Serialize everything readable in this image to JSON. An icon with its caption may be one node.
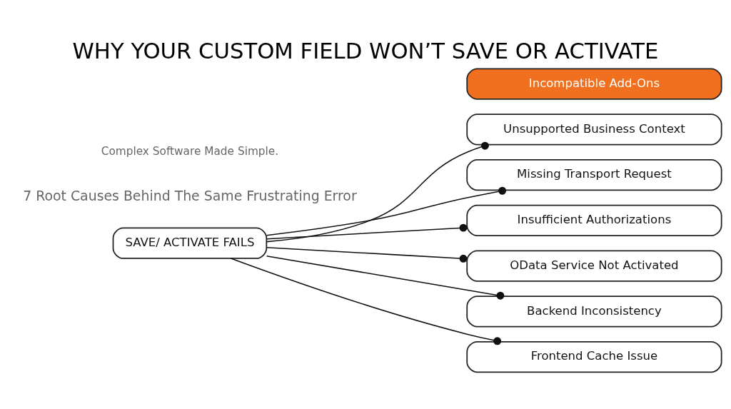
{
  "diagram": {
    "title": "WHY YOUR CUSTOM FIELD WON’T SAVE OR ACTIVATE",
    "nodes": [
      {
        "text": [
          "SAVE/ ACTIVATE FAILS"
        ]
      },
      {
        "text": [
          "Unsupported Business Context"
        ]
      },
      {
        "text": [
          "Missing Transport Request"
        ]
      },
      {
        "text": [
          "Insufficient Authorizations"
        ]
      },
      {
        "text": [
          "OData Service Not Activated"
        ]
      },
      {
        "text": [
          "Backend Inconsistency"
        ]
      },
      {
        "text": [
          "Frontend Cache Issue"
        ]
      },
      {
        "text": [
          "Incompatible Add-Ons"
        ]
      }
    ],
    "edges": [
      {
        "from": 0,
        "to": 1,
        "arrow": "other"
      },
      {
        "from": 0,
        "to": 2,
        "arrow": "other"
      },
      {
        "from": 0,
        "to": 3,
        "arrow": "other"
      },
      {
        "from": 0,
        "to": 4,
        "arrow": "other"
      },
      {
        "from": 0,
        "to": 5,
        "arrow": "other"
      },
      {
        "from": 0,
        "to": 6,
        "arrow": "other"
      }
    ],
    "labels": [
      "7 Root Causes Behind The Same Frustrating Error",
      "Complex Software Made Simple."
    ]
  }
}
